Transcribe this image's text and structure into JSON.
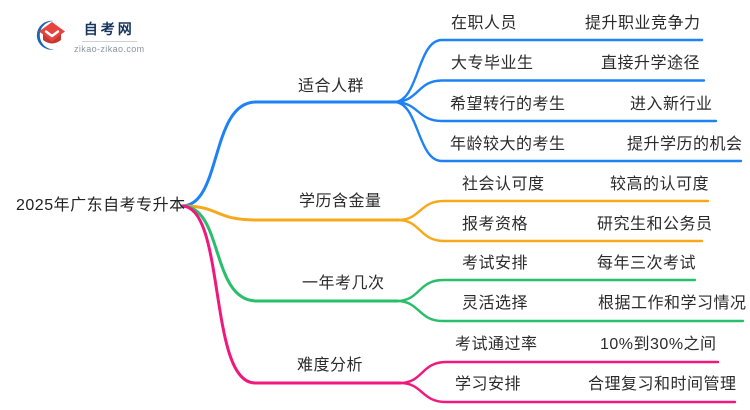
{
  "logo": {
    "title": "自考网",
    "domain": "zikao-zikao.com",
    "colors": {
      "crescent_blue": "#1b66b3",
      "cap_red": "#e8443f",
      "cap_red_dark": "#c63832",
      "title_navy": "#16365c",
      "domain_gray": "#8a959e"
    }
  },
  "mindmap": {
    "root": {
      "label": "2025年广东自考专升本"
    },
    "text_color": "#2b2b2b",
    "branches": [
      {
        "label": "适合人群",
        "color": "#1e82f5",
        "children": [
          {
            "label": "在职人员",
            "value": "提升职业竞争力"
          },
          {
            "label": "大专毕业生",
            "value": "直接升学途径"
          },
          {
            "label": "希望转行的考生",
            "value": "进入新行业"
          },
          {
            "label": "年龄较大的考生",
            "value": "提升学历的机会"
          }
        ]
      },
      {
        "label": "学历含金量",
        "color": "#f7a81b",
        "children": [
          {
            "label": "社会认可度",
            "value": "较高的认可度"
          },
          {
            "label": "报考资格",
            "value": "研究生和公务员"
          }
        ]
      },
      {
        "label": "一年考几次",
        "color": "#29be6a",
        "children": [
          {
            "label": "考试安排",
            "value": "每年三次考试"
          },
          {
            "label": "灵活选择",
            "value": "根据工作和学习情况"
          }
        ]
      },
      {
        "label": "难度分析",
        "color": "#f0187d",
        "children": [
          {
            "label": "考试通过率",
            "value": "10%到30%之间"
          },
          {
            "label": "学习安排",
            "value": "合理复习和时间管理"
          }
        ]
      }
    ]
  }
}
